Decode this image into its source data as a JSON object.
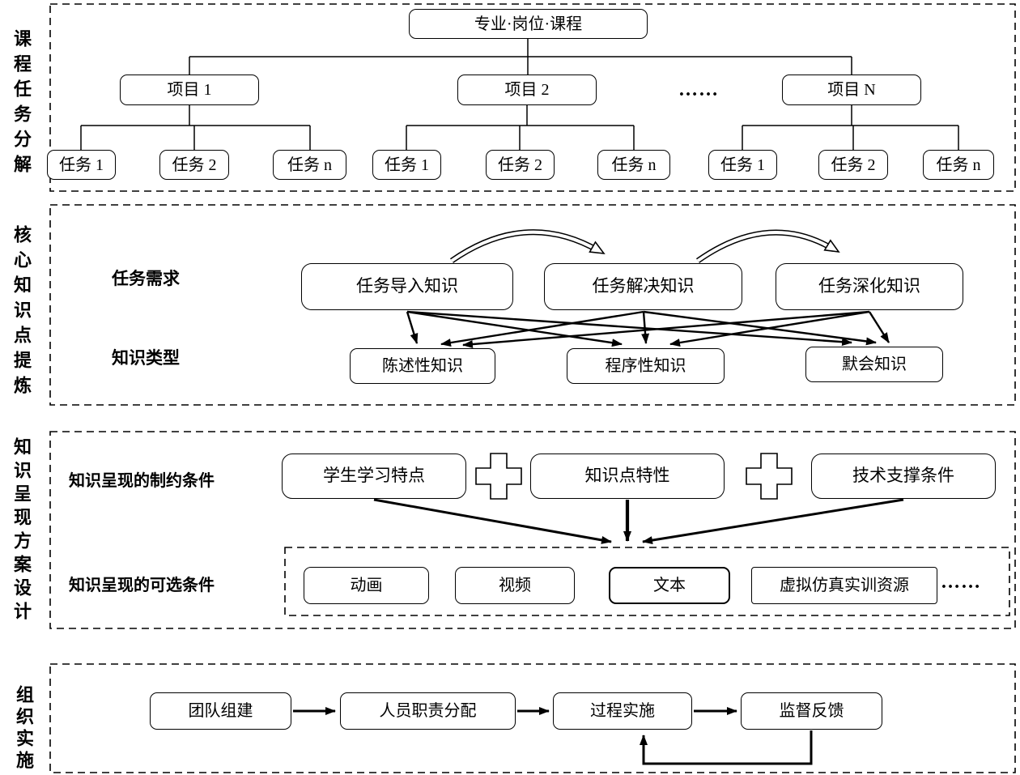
{
  "colors": {
    "line": "#000000",
    "background": "#ffffff"
  },
  "s1": {
    "side_label": "课程任务分解",
    "root": "专业·岗位·课程",
    "p1": "项目 1",
    "p2": "项目 2",
    "pn": "项目 N",
    "dots": "……",
    "t1": "任务 1",
    "t2": "任务 2",
    "tn": "任务 n"
  },
  "s2": {
    "side_label": "核心知识点提炼",
    "row1_label": "任务需求",
    "k1": "任务导入知识",
    "k2": "任务解决知识",
    "k3": "任务深化知识",
    "row2_label": "知识类型",
    "kt1": "陈述性知识",
    "kt2": "程序性知识",
    "kt3": "默会知识"
  },
  "s3": {
    "side_label": "知识呈现方案设计",
    "row1_label": "知识呈现的制约条件",
    "c1": "学生学习特点",
    "c2": "知识点特性",
    "c3": "技术支撑条件",
    "row2_label": "知识呈现的可选条件",
    "o1": "动画",
    "o2": "视频",
    "o3": "文本",
    "o4": "虚拟仿真实训资源",
    "dots": "……"
  },
  "s4": {
    "side_label": "组织实施",
    "b1": "团队组建",
    "b2": "人员职责分配",
    "b3": "过程实施",
    "b4": "监督反馈"
  }
}
